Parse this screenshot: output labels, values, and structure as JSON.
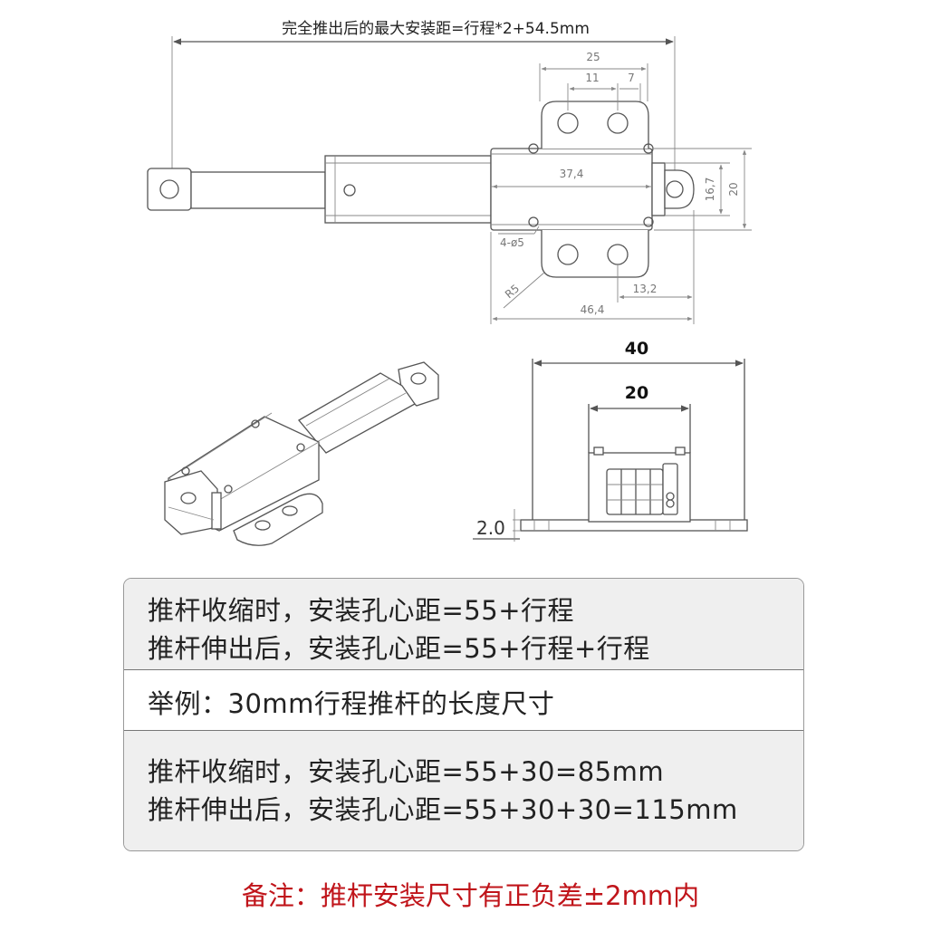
{
  "drawing": {
    "top_dimension_label": "完全推出后的最大安装距=行程*2+54.5mm",
    "dims": {
      "d25": "25",
      "d11": "11",
      "d7": "7",
      "d37_4": "37,4",
      "d16_7": "16,7",
      "d20_side": "20",
      "holes": "4-ø5",
      "r5": "R5",
      "d13_2": "13,2",
      "d46_4": "46,4",
      "end_40": "40",
      "end_20": "20",
      "end_2_0": "2.0"
    },
    "colors": {
      "line": "#555555",
      "dim": "#888888"
    }
  },
  "spec_table": {
    "rows": [
      {
        "lines": [
          "推杆收缩时，安装孔心距=55+行程",
          "推杆伸出后，安装孔心距=55+行程+行程"
        ]
      },
      {
        "lines": [
          "举例：30mm行程推杆的长度尺寸"
        ]
      },
      {
        "lines": [
          "推杆收缩时，安装孔心距=55+30=85mm",
          "推杆伸出后，安装孔心距=55+30+30=115mm"
        ]
      }
    ],
    "colors": {
      "band": "#efefef",
      "border": "#999999"
    }
  },
  "remark": {
    "text": "备注：推杆安装尺寸有正负差±2mm内",
    "color": "#c0141a"
  }
}
